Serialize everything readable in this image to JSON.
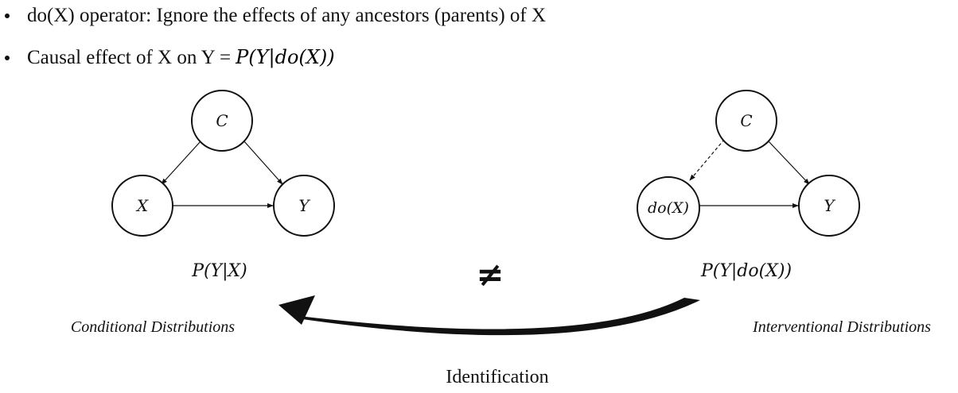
{
  "bullets": [
    {
      "text": "do(X) operator: Ignore the effects of any ancestors (parents) of X"
    },
    {
      "text": "Causal effect of X on Y = ",
      "math": "P(Y|do(X))"
    }
  ],
  "left_graph": {
    "nodes": {
      "c": "C",
      "x": "X",
      "y": "Y"
    },
    "formula": "P(Y|X)",
    "caption": "Conditional Distributions"
  },
  "right_graph": {
    "nodes": {
      "c": "C",
      "x": "do(X)",
      "y": "Y"
    },
    "formula": "P(Y|do(X))",
    "caption": "Interventional Distributions"
  },
  "not_equal_symbol": "≠",
  "arrow_label": "Identification"
}
